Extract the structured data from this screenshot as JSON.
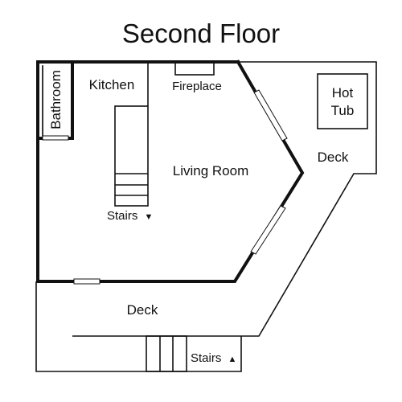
{
  "title": "Second Floor",
  "rooms": {
    "bathroom": "Bathroom",
    "kitchen": "Kitchen",
    "fireplace": "Fireplace",
    "living_room": "Living Room",
    "hot_tub_line1": "Hot",
    "hot_tub_line2": "Tub",
    "deck_right": "Deck",
    "deck_bottom": "Deck"
  },
  "stairs": {
    "interior_label": "Stairs",
    "interior_direction": "▼",
    "exterior_label": "Stairs",
    "exterior_direction": "▲"
  },
  "colors": {
    "line": "#111111",
    "background": "#ffffff"
  }
}
